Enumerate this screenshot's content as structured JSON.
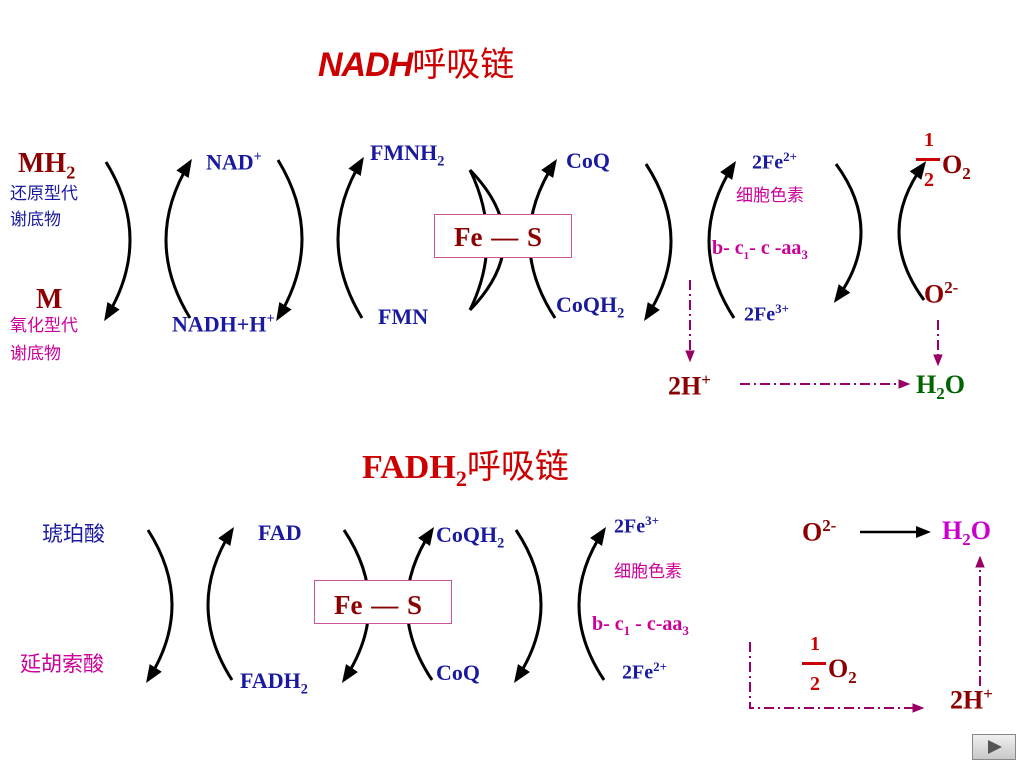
{
  "top": {
    "title_bold": "NADH",
    "title_rest": "呼吸链",
    "mh2_main": "MH",
    "mh2_sub": "2",
    "reduced_1": "还原型代",
    "reduced_2": "谢底物",
    "m": "M",
    "oxidized_1": "氧化型代",
    "oxidized_2": "谢底物",
    "nad_main": "NAD",
    "nad_sup": "+",
    "nadh_main": "NADH+H",
    "nadh_sup": "+",
    "fmnh2_main": "FMNH",
    "fmnh2_sub": "2",
    "fmn": "FMN",
    "fe": "Fe",
    "s": "S",
    "dash": "—",
    "coq": "CoQ",
    "coqh2_main": "CoQH",
    "coqh2_sub": "2",
    "fe2_main": "2Fe",
    "fe2_sup": "2+",
    "cyto": "细胞色素",
    "cyto_b": "b- c",
    "cyto_1": "1",
    "cyto_rest": "- c -aa",
    "cyto_3": "3",
    "fe3_main": "2Fe",
    "fe3_sup": "3+",
    "half_num": "1",
    "half_den": "2",
    "o2_main": "O",
    "o2_sub": "2",
    "o2m_main": "O",
    "o2m_sup": "2-",
    "h_main": "2H",
    "h_sup": "+",
    "h2o_h": "H",
    "h2o_2": "2",
    "h2o_o": "O"
  },
  "bottom": {
    "title_main": "FADH",
    "title_sub": "2",
    "title_rest": "呼吸链",
    "succinate": "琥珀酸",
    "fumarate": "延胡索酸",
    "fad": "FAD",
    "fadh2_main": "FADH",
    "fadh2_sub": "2",
    "fe": "Fe",
    "s": "S",
    "dash": "—",
    "coqh2_main": "CoQH",
    "coqh2_sub": "2",
    "coq": "CoQ",
    "fe3_main": "2Fe",
    "fe3_sup": "3+",
    "cyto": "细胞色素",
    "cyto_b": "b- c",
    "cyto_1": "1",
    "cyto_rest": " - c-aa",
    "cyto_3": "3",
    "fe2_main": "2Fe",
    "fe2_sup": "2+",
    "o2m_main": "O",
    "o2m_sup": "2-",
    "h2o_h": "H",
    "h2o_2": "2",
    "h2o_o": "O",
    "half_num": "1",
    "half_den": "2",
    "o2_main": "O",
    "o2_sub": "2",
    "h_main": "2H",
    "h_sup": "+"
  },
  "colors": {
    "title": "#cc0000",
    "blue": "#1a1aa0",
    "magenta": "#cc0099",
    "dark_red": "#8b0000",
    "green": "#006400"
  },
  "nav": {
    "next_icon": "play-triangle-icon"
  }
}
